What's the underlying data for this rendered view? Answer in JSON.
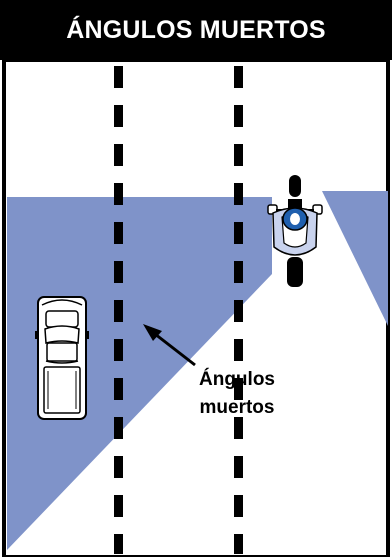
{
  "title": "ÁNGULOS MUERTOS",
  "label": {
    "line1": "Ángulos",
    "line2": "muertos"
  },
  "colors": {
    "header_bg": "#000000",
    "header_text": "#ffffff",
    "blind_spot": "#7f93c9",
    "lane_marking": "#000000",
    "rider": "#1f5fae"
  },
  "icons": [
    "car-icon",
    "motorcycle-icon",
    "arrow-icon"
  ]
}
